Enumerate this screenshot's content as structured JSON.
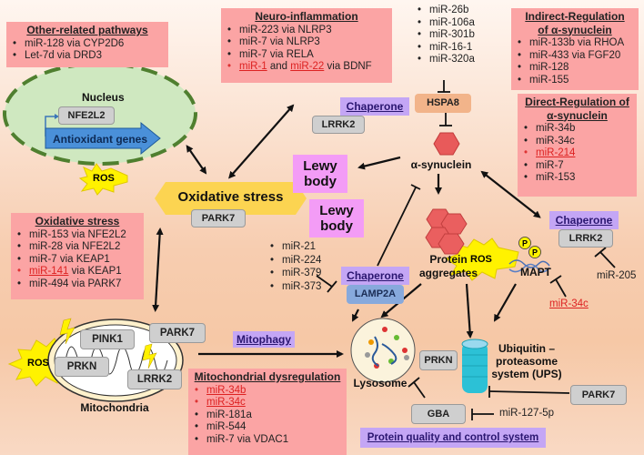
{
  "other_pathways": {
    "title": "Other-related pathways",
    "items": [
      "miR-128 via CYP2D6",
      "Let-7d via DRD3"
    ]
  },
  "neuroinflammation": {
    "title": "Neuro-inflammation",
    "items": [
      "miR-223 via NLRP3",
      "miR-7 via NLRP3",
      "miR-7 via RELA"
    ],
    "last_item": {
      "mir1": "miR-1",
      "and": " and ",
      "mir22": "miR-22",
      "via": " via BDNF"
    }
  },
  "hspa8_mirs": [
    "miR-26b",
    "miR-106a",
    "miR-301b",
    "miR-16-1",
    "miR-320a"
  ],
  "indirect_regulation": {
    "title_line1": "Indirect-Regulation",
    "title_line2": "of α-synuclein",
    "items": [
      "miR-133b via RHOA",
      "miR-433 via FGF20",
      "miR-128",
      "miR-155"
    ]
  },
  "direct_regulation": {
    "title_line1": "Direct-Regulation of",
    "title_line2": "α-synuclein",
    "items": [
      {
        "text": "miR-34b",
        "red": false
      },
      {
        "text": "miR-34c",
        "red": false
      },
      {
        "text": "miR-214",
        "red": true
      },
      {
        "text": "miR-7",
        "red": false
      },
      {
        "text": "miR-153",
        "red": false
      }
    ]
  },
  "nucleus": {
    "label": "Nucleus",
    "gene": "NFE2L2",
    "antioxidant": "Antioxidant genes"
  },
  "ros_label": "ROS",
  "oxidative_stress_hub": {
    "label": "Oxidative stress",
    "protein": "PARK7"
  },
  "oxidative_stress_box": {
    "title": "Oxidative stress",
    "items": [
      "miR-153 via NFE2L2",
      "miR-28 via NFE2L2",
      "miR-7 via KEAP1"
    ],
    "red_item": {
      "mir": "miR-141",
      "rest": " via KEAP1"
    },
    "last_item": "miR-494 via PARK7"
  },
  "chaperone_label": "Chaperone",
  "lrrk2": "LRRK2",
  "hspa8": "HSPA8",
  "alpha_synuclein": "α-synuclein",
  "lewy_body": {
    "line1": "Lewy",
    "line2": "body"
  },
  "lamp2a_mirs": [
    "miR-21",
    "miR-224",
    "miR-379",
    "miR-373"
  ],
  "lamp2a": "LAMP2A",
  "protein_aggregates": {
    "line1": "Protein",
    "line2": "aggregates"
  },
  "mapt": {
    "label": "MAPT",
    "phospho": "P"
  },
  "mir205": "miR-205",
  "mir34c_mapt": "miR-34c",
  "mitochondria": {
    "label": "Mitochondria",
    "proteins": [
      "PINK1",
      "PARK7",
      "PRKN",
      "LRRK2"
    ]
  },
  "mitophagy": "Mitophagy",
  "mito_dysregulation": {
    "title": "Mitochondrial dysregulation",
    "items": [
      {
        "text": "miR-34b",
        "red": true
      },
      {
        "text": "miR-34c",
        "red": true
      },
      {
        "text": "miR-181a",
        "red": false
      },
      {
        "text": "miR-544",
        "red": false
      },
      {
        "text": "miR-7 via VDAC1",
        "red": false
      }
    ]
  },
  "lysosome": "Lysosome",
  "ups": {
    "line1": "Ubiquitin –",
    "line2": "proteasome",
    "line3": "system (UPS)"
  },
  "prkn": "PRKN",
  "park7": "PARK7",
  "gba": "GBA",
  "mir127": "miR-127-5p",
  "protein_quality": "Protein quality and control system",
  "colors": {
    "red_box": "#fba4a4",
    "mirna_highlight": "#d22222",
    "chaperone_purple": "#c4a6f5",
    "lewy_pink": "#f39cf6",
    "ros_yellow": "#fff200",
    "hub_yellow": "#fcd451",
    "nucleus_green": "#cfe8c0",
    "gene_gray": "#cfcfcf",
    "hspa8_orange": "#f2b48a",
    "lamp2a_blue": "#87a9dc",
    "antioxidant_blue": "#4a90d9"
  }
}
